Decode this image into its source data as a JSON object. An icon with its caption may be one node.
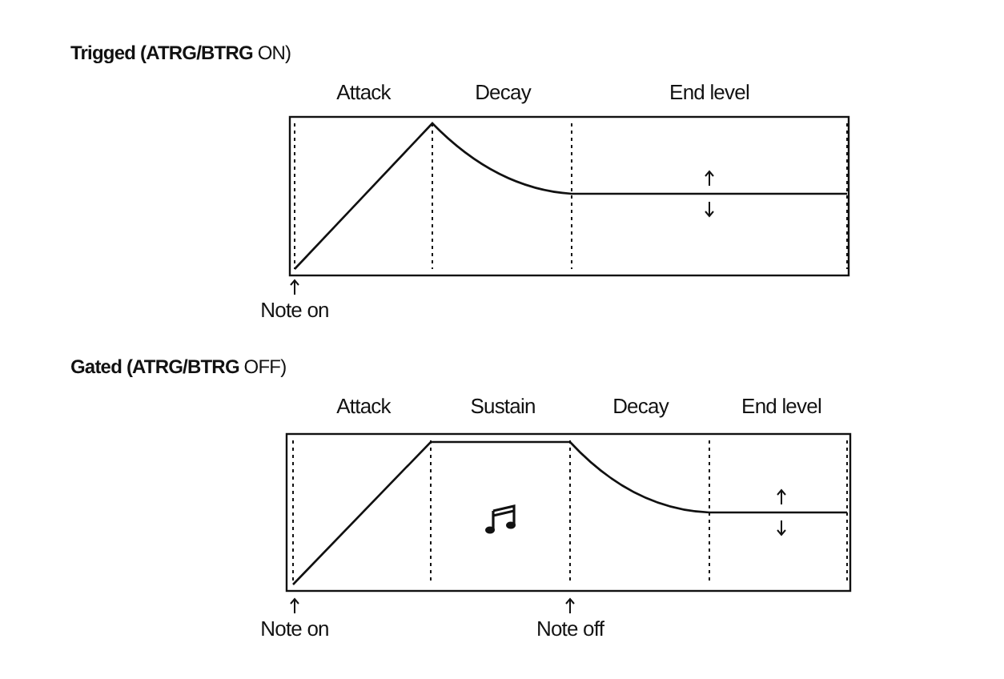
{
  "diagram": {
    "labels": [
      "**Trigged (ATRG/BTRG** ON)",
      "Attack",
      "Decay",
      "End level",
      "Note on",
      "**Gated (ATRG/BTRG** OFF)",
      "Attack",
      "Sustain",
      "Decay",
      "End level",
      "Note on",
      "Note off"
    ]
  }
}
